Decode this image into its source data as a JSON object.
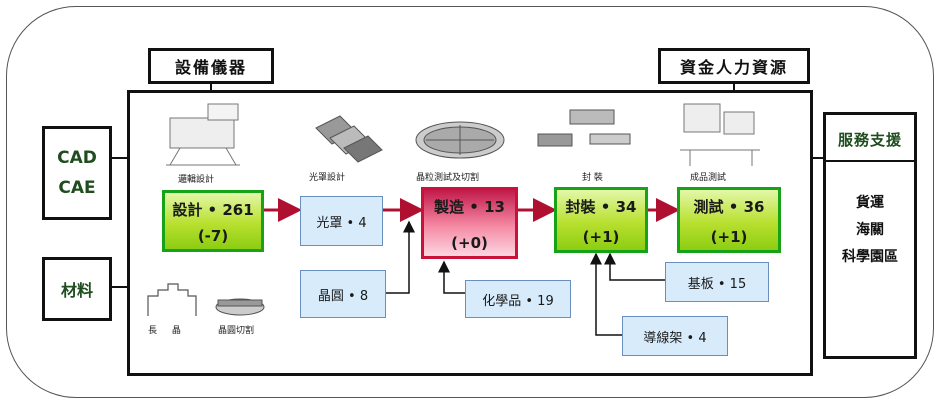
{
  "headers": {
    "equipment": "設備儀器",
    "capital": "資金人力資源"
  },
  "left_side": {
    "cad": "CAD",
    "cae": "CAE",
    "materials": "材料"
  },
  "right_side": {
    "title": "服務支援",
    "items": [
      "貨運",
      "海關",
      "科學園區"
    ]
  },
  "image_captions": {
    "logic_design": "邏輯設計",
    "mask_design": "光罩設計",
    "wafer_test": "晶粒測試及切割",
    "packaging": "封 裝",
    "product_test": "成品測試",
    "crystal_growth": "長 晶",
    "wafer_cutting": "晶圓切割"
  },
  "flow": [
    {
      "label": "設計 • 261",
      "change": "(-7)"
    },
    {
      "label": "光罩 • 4"
    },
    {
      "label": "製造 • 13",
      "change": "(+0)"
    },
    {
      "label": "封裝 • 34",
      "change": "(+1)"
    },
    {
      "label": "測試 • 36",
      "change": "(+1)"
    }
  ],
  "supply": {
    "wafer": "晶圓 • 8",
    "chemicals": "化學品 • 19",
    "substrate": "基板 • 15",
    "leadframe": "導線架 • 4"
  }
}
